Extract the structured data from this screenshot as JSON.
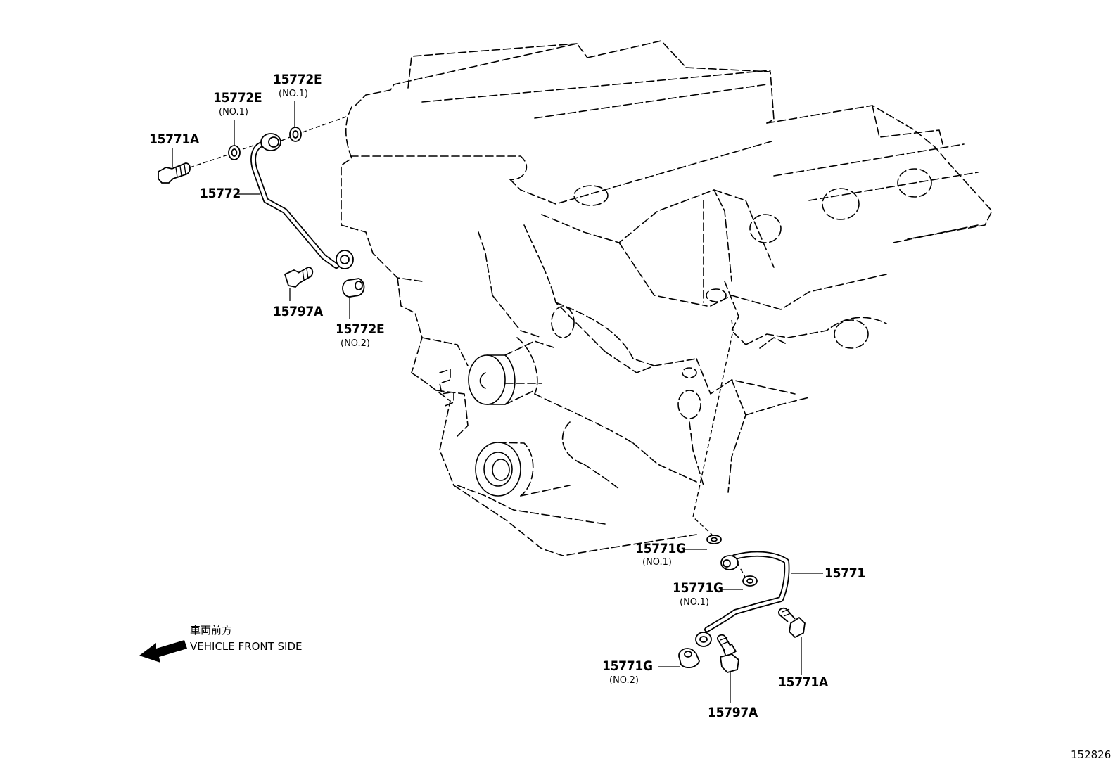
{
  "diagram": {
    "callouts": {
      "p15772e_top_left": {
        "number": "15772E",
        "sub": "(NO.1)"
      },
      "p15772e_top_right": {
        "number": "15772E",
        "sub": "(NO.1)"
      },
      "p15771a_left": {
        "number": "15771A"
      },
      "p15772": {
        "number": "15772"
      },
      "p15797a_left": {
        "number": "15797A"
      },
      "p15772e_no2": {
        "number": "15772E",
        "sub": "(NO.2)"
      },
      "p15771g_no1_a": {
        "number": "15771G",
        "sub": "(NO.1)"
      },
      "p15771g_no1_b": {
        "number": "15771G",
        "sub": "(NO.1)"
      },
      "p15771": {
        "number": "15771"
      },
      "p15771g_no2": {
        "number": "15771G",
        "sub": "(NO.2)"
      },
      "p15771a_right": {
        "number": "15771A"
      },
      "p15797a_right": {
        "number": "15797A"
      }
    },
    "front_indicator": {
      "japanese": "車両前方",
      "english": "VEHICLE FRONT SIDE"
    },
    "illustration_code": "152826"
  }
}
